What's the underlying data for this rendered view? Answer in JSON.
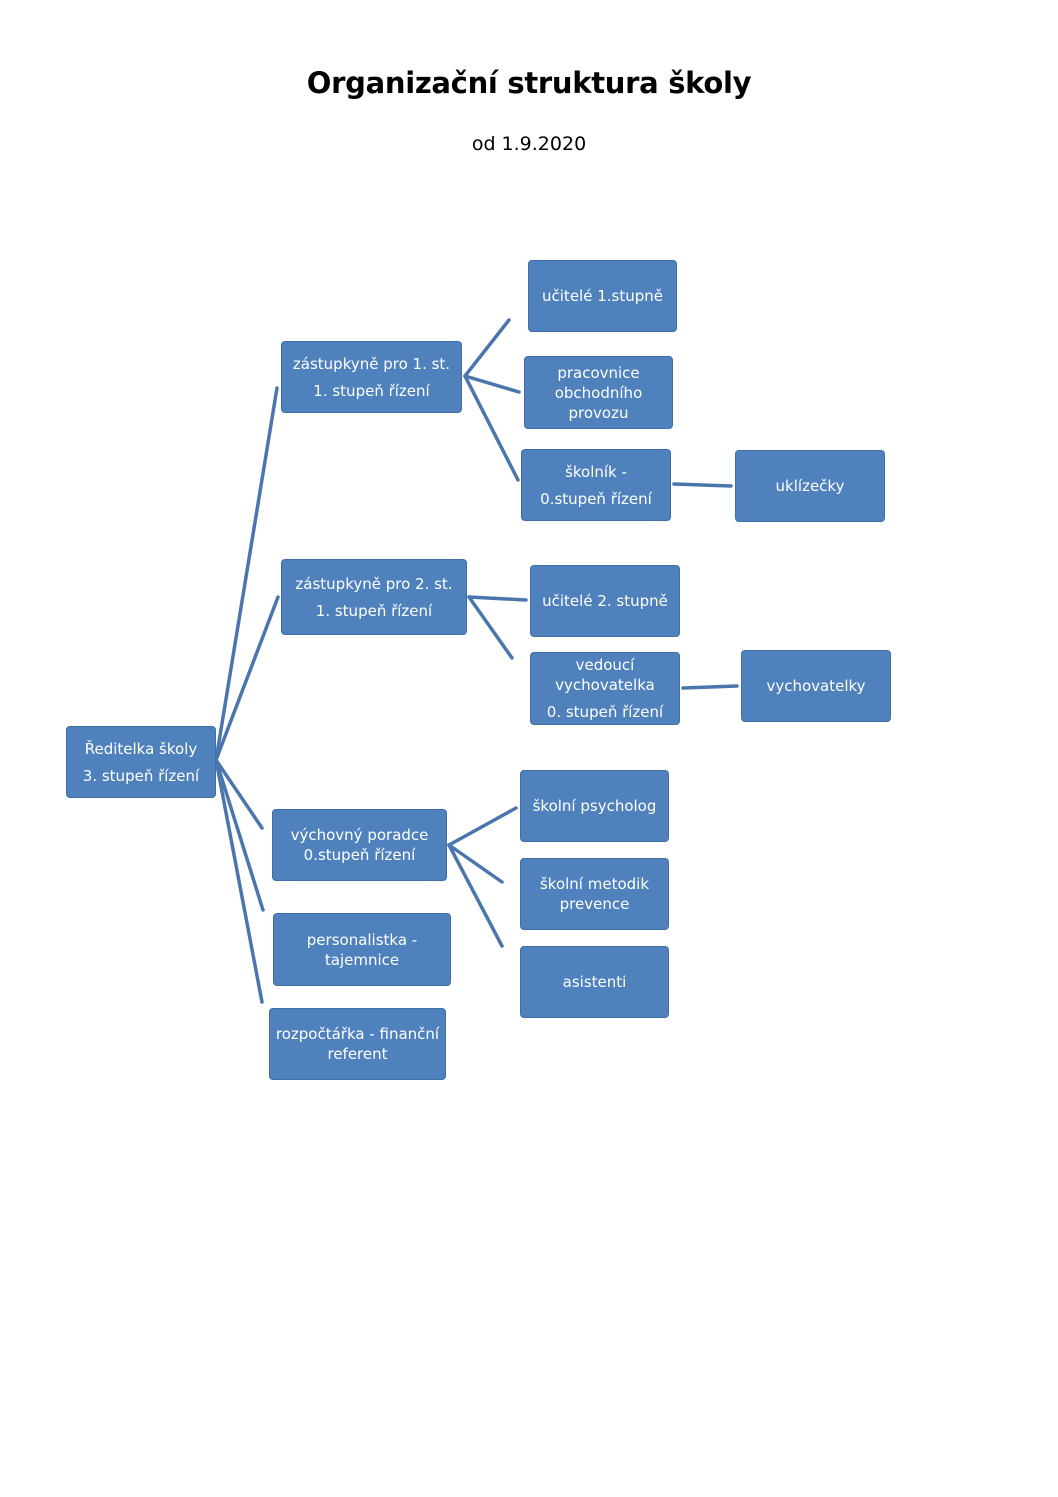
{
  "header": {
    "title": "Organizační struktura školy",
    "subtitle": "od 1.9.2020"
  },
  "nodes": {
    "director": {
      "line1": "Ředitelka školy",
      "line2": "3. stupeň řízení"
    },
    "deputy1": {
      "line1": "zástupkyně pro 1. st.",
      "line2": "1. stupeň řízení"
    },
    "teachers1": {
      "text": "učitelé 1.stupně"
    },
    "office_staff": {
      "text": "pracovnice obchodního provozu"
    },
    "janitor": {
      "line1": "školník -",
      "line2": "0.stupeň řízení"
    },
    "cleaners": {
      "text": "uklízečky"
    },
    "deputy2": {
      "line1": "zástupkyně pro 2. st.",
      "line2": "1. stupeň řízení"
    },
    "teachers2": {
      "text": "učitelé 2. stupně"
    },
    "head_educator": {
      "line1": "vedoucí vychovatelka",
      "line2": "0. stupeň řízení"
    },
    "educators": {
      "text": "vychovatelky"
    },
    "counselor": {
      "text": "výchovný poradce 0.stupeň řízení"
    },
    "psychologist": {
      "text": "školní psycholog"
    },
    "prevention": {
      "text": "školní metodik prevence"
    },
    "assistants": {
      "text": "asistenti"
    },
    "hr": {
      "text": "personalistka - tajemnice"
    },
    "finance": {
      "text": "rozpočtářka - finanční referent"
    }
  },
  "colors": {
    "box_fill": "#4f81bd",
    "connector": "#4a76ad",
    "text": "#ffffff"
  }
}
